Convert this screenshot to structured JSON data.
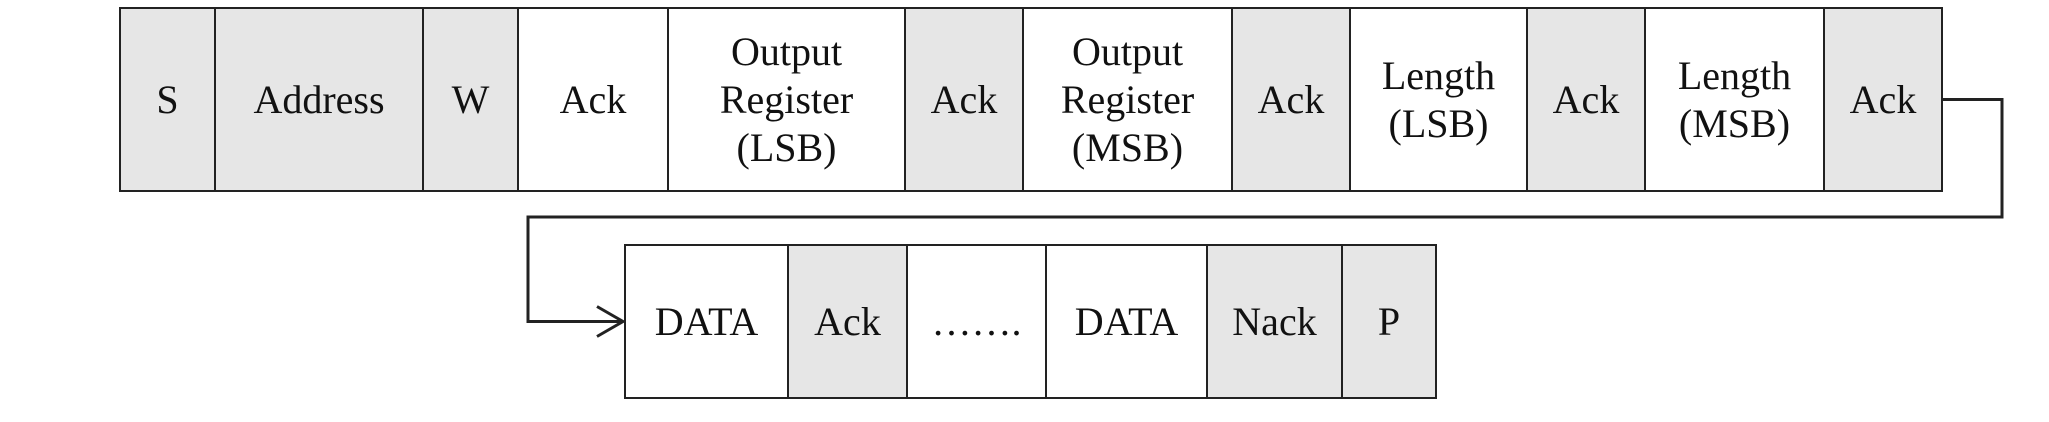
{
  "colors": {
    "shaded": "#e6e6e6",
    "plain": "#ffffff",
    "stroke": "#222222",
    "text": "#111111"
  },
  "row1": [
    {
      "label": [
        "S"
      ],
      "shaded": true
    },
    {
      "label": [
        "Address"
      ],
      "shaded": true
    },
    {
      "label": [
        "W"
      ],
      "shaded": true
    },
    {
      "label": [
        "Ack"
      ],
      "shaded": false
    },
    {
      "label": [
        "Output",
        "Register",
        "(LSB)"
      ],
      "shaded": false
    },
    {
      "label": [
        "Ack"
      ],
      "shaded": true
    },
    {
      "label": [
        "Output",
        "Register",
        "(MSB)"
      ],
      "shaded": false
    },
    {
      "label": [
        "Ack"
      ],
      "shaded": true
    },
    {
      "label": [
        "Length",
        "(LSB)"
      ],
      "shaded": false
    },
    {
      "label": [
        "Ack"
      ],
      "shaded": true
    },
    {
      "label": [
        "Length",
        "(MSB)"
      ],
      "shaded": false
    },
    {
      "label": [
        "Ack"
      ],
      "shaded": true
    }
  ],
  "row2": [
    {
      "label": [
        "DATA"
      ],
      "shaded": false
    },
    {
      "label": [
        "Ack"
      ],
      "shaded": true
    },
    {
      "label": [
        "……."
      ],
      "shaded": false
    },
    {
      "label": [
        "DATA"
      ],
      "shaded": false
    },
    {
      "label": [
        "Nack"
      ],
      "shaded": true
    },
    {
      "label": [
        "P"
      ],
      "shaded": true
    }
  ]
}
